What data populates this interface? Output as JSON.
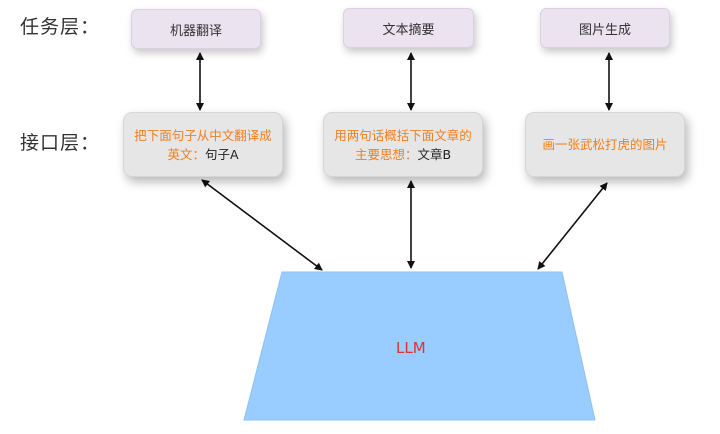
{
  "layers": {
    "task": "任务层：",
    "interface": "接口层："
  },
  "tasks": [
    "机器翻译",
    "文本摘要",
    "图片生成"
  ],
  "interfaces": [
    {
      "orange": "把下面句子从中文翻译成英文：",
      "dark": "句子A"
    },
    {
      "orange": "用两句话概括下面文章的主要思想：",
      "dark": "文章B"
    },
    {
      "orange": "画一张武松打虎的图片",
      "dark": ""
    }
  ],
  "llm": {
    "label": "LLM"
  },
  "colors": {
    "task_fill": "#ece3f1",
    "interface_fill": "#e6e6e6",
    "llm_fill": "#99ccff",
    "prompt_text": "#f07e1e",
    "llm_text": "#e0332b"
  }
}
